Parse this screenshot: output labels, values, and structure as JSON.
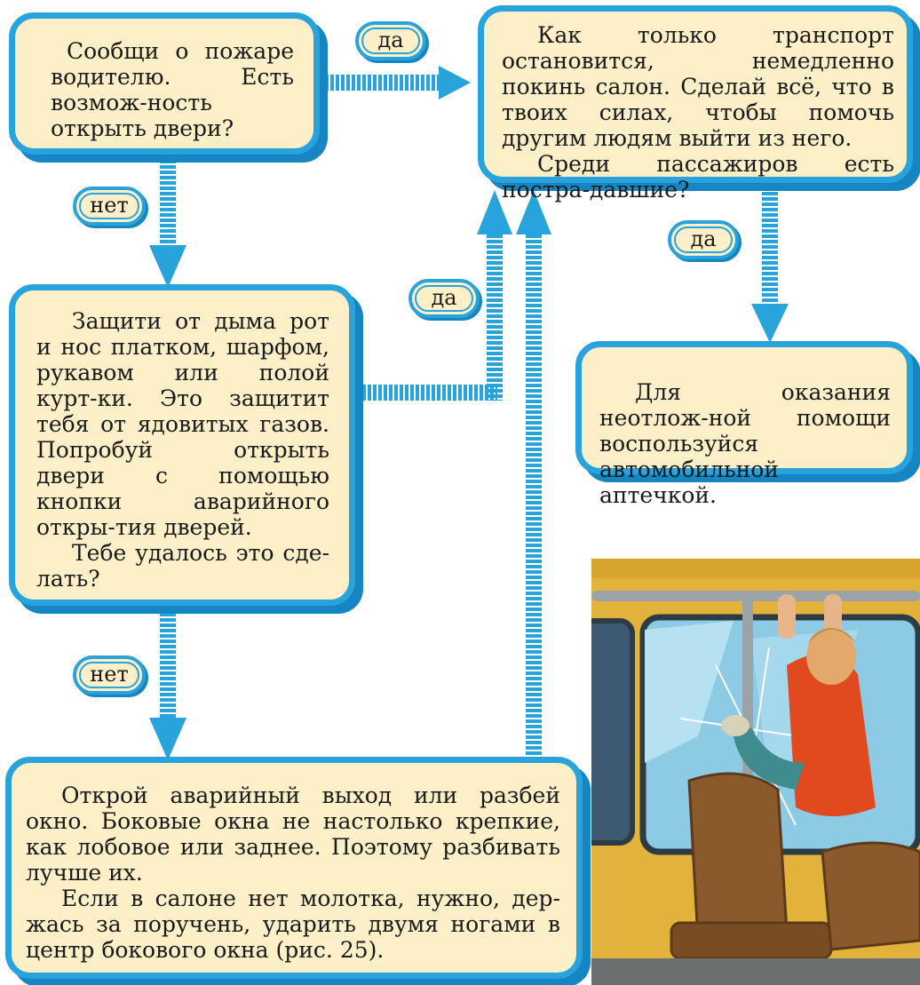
{
  "nodes": {
    "report_fire": {
      "lines": [
        "Сообщи о пожаре водителю. Есть возмож-ность открыть двери?"
      ]
    },
    "leave_cabin": {
      "lines": [
        "Как только транспорт остановится, немедленно покинь салон. Сделай всё, что в твоих силах, чтобы помочь другим людям выйти из него.",
        "Среди пассажиров есть постра-давшие?"
      ]
    },
    "protect_smoke": {
      "lines": [
        "Защити от дыма рот и нос платком, шарфом, рукавом или полой курт-ки. Это защитит тебя от ядовитых газов. Попробуй открыть двери с помощью кнопки аварийного откры-тия дверей.",
        "Тебе удалось это сде-лать?"
      ]
    },
    "first_aid": {
      "lines": [
        "Для оказания неотлож-ной помощи воспользуйся автомобильной аптечкой."
      ]
    },
    "emergency_exit": {
      "lines": [
        "Открой аварийный выход или разбей окно. Боковые окна не настолько крепкие, как лобовое или заднее. Поэтому разбивать лучше их.",
        "Если в салоне нет молотка, нужно, дер-жась за поручень, ударить двумя ногами в центр бокового окна (рис. 25)."
      ]
    }
  },
  "labels": {
    "yes_top": "да",
    "no_left_top": "нет",
    "yes_right": "да",
    "yes_middle": "да",
    "no_left_bottom": "нет"
  },
  "colors": {
    "box_fill": "#fdf0c9",
    "border": "#29a3dc",
    "shadow": "#1586c2"
  }
}
